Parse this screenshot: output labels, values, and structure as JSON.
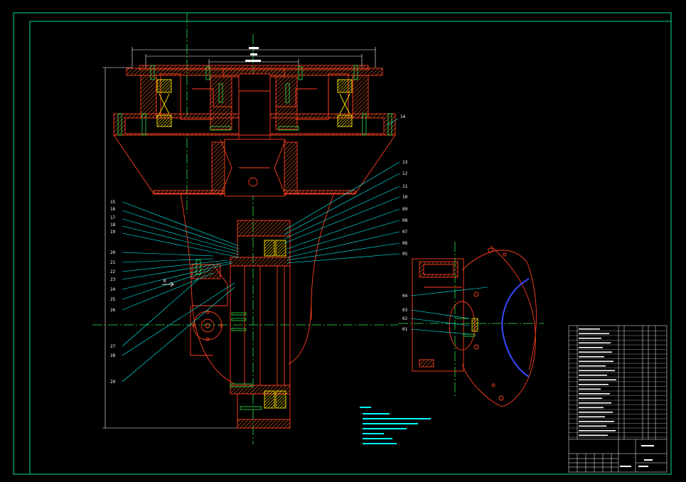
{
  "colors": {
    "background": "#000000",
    "frame": "#00e08a",
    "outline": "#ff3f1f",
    "dim": "#ffffff",
    "leader": "#00ffff",
    "centerline": "#2ee84a",
    "bearing": "#ffe400",
    "hatch": "#c8501e",
    "accent": "#3a4aff"
  },
  "part_labels_left": [
    "15",
    "16",
    "17",
    "18",
    "19",
    "20",
    "21",
    "22",
    "23",
    "24",
    "25",
    "26",
    "27",
    "28",
    "29"
  ],
  "part_labels_right": [
    "13",
    "12",
    "11",
    "10",
    "09",
    "08",
    "07",
    "06",
    "05"
  ],
  "part_labels_detail": [
    "04",
    "03",
    "02",
    "01"
  ],
  "part_label_top": "14",
  "arrow_label": "B"
}
